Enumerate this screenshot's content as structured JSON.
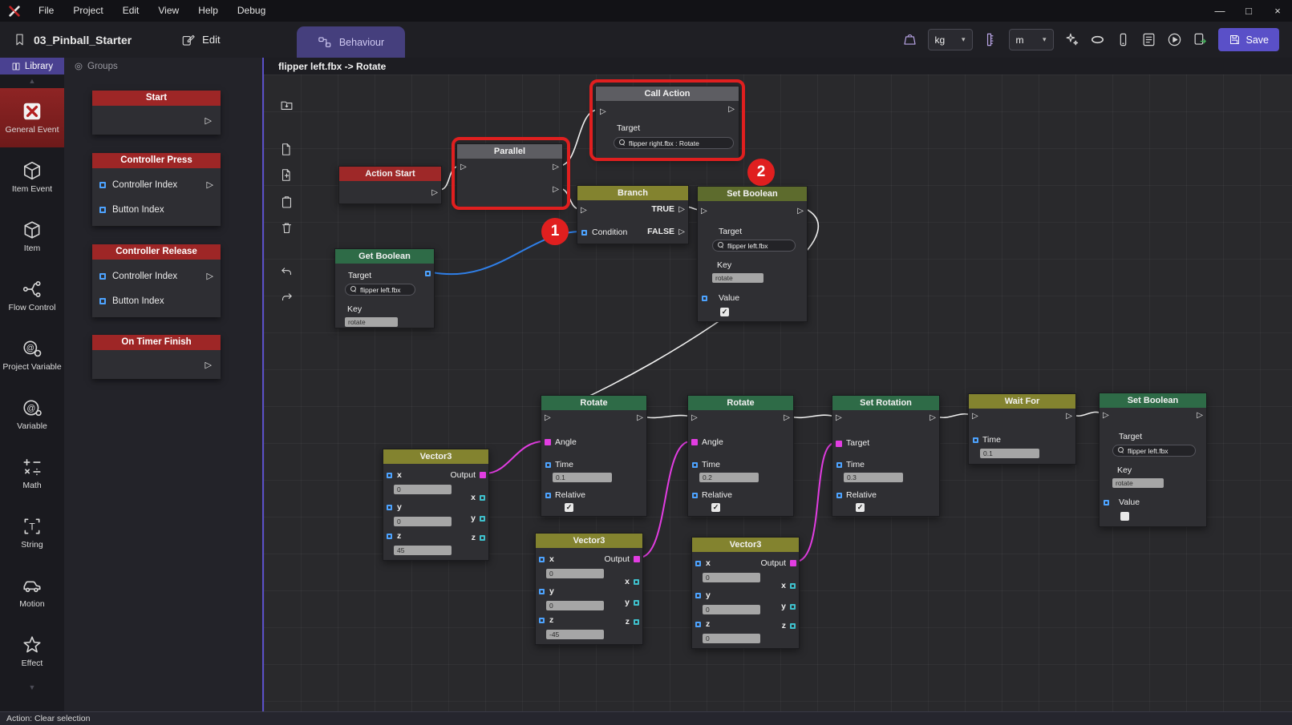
{
  "titlebar": {
    "menus": [
      {
        "label": "File"
      },
      {
        "label": "Project"
      },
      {
        "label": "Edit"
      },
      {
        "label": "View"
      },
      {
        "label": "Help"
      },
      {
        "label": "Debug"
      }
    ]
  },
  "icons": {
    "minimize": "—",
    "maximize": "□",
    "close": "×",
    "chevron_down": "▾",
    "scroll_up": "▲",
    "scroll_down": "▼"
  },
  "toolbar": {
    "project_title": "03_Pinball_Starter",
    "edit_label": "Edit",
    "behaviour_tab": "Behaviour",
    "mass_unit": "kg",
    "length_unit": "m",
    "save_label": "Save"
  },
  "sidebar": {
    "tabs": [
      {
        "label": "Library"
      },
      {
        "label": "Groups"
      }
    ],
    "categories": [
      {
        "label": "General Event"
      },
      {
        "label": "Item Event"
      },
      {
        "label": "Item"
      },
      {
        "label": "Flow Control"
      },
      {
        "label": "Project Variable"
      },
      {
        "label": "Variable"
      },
      {
        "label": "Math"
      },
      {
        "label": "String"
      },
      {
        "label": "Motion"
      },
      {
        "label": "Effect"
      }
    ]
  },
  "palette": {
    "start": {
      "title": "Start"
    },
    "controller_press": {
      "title": "Controller Press",
      "row1": "Controller Index",
      "row2": "Button Index"
    },
    "controller_release": {
      "title": "Controller Release",
      "row1": "Controller Index",
      "row2": "Button Index"
    },
    "on_timer_finish": {
      "title": "On Timer Finish"
    }
  },
  "canvas": {
    "breadcrumb": "flipper left.fbx -> Rotate",
    "annotations": {
      "badge_1": "1",
      "badge_2": "2"
    },
    "nodes": {
      "action_start": {
        "title": "Action Start"
      },
      "parallel": {
        "title": "Parallel"
      },
      "call_action": {
        "title": "Call Action",
        "target_label": "Target",
        "target_value": "flipper right.fbx : Rotate"
      },
      "branch": {
        "title": "Branch",
        "condition_label": "Condition",
        "true_label": "TRUE",
        "false_label": "FALSE"
      },
      "set_boolean_top": {
        "title": "Set Boolean",
        "target_label": "Target",
        "target_value": "flipper left.fbx",
        "key_label": "Key",
        "key_value": "rotate",
        "value_label": "Value",
        "value_checked": "✓"
      },
      "get_boolean": {
        "title": "Get Boolean",
        "target_label": "Target",
        "target_value": "flipper left.fbx",
        "key_label": "Key",
        "key_value": "rotate"
      },
      "rotate_1": {
        "title": "Rotate",
        "angle_label": "Angle",
        "time_label": "Time",
        "time_value": "0.1",
        "relative_label": "Relative",
        "relative_checked": "✓"
      },
      "rotate_2": {
        "title": "Rotate",
        "angle_label": "Angle",
        "time_label": "Time",
        "time_value": "0.2",
        "relative_label": "Relative",
        "relative_checked": "✓"
      },
      "set_rotation": {
        "title": "Set Rotation",
        "target_label": "Target",
        "time_label": "Time",
        "time_value": "0.3",
        "relative_label": "Relative",
        "relative_checked": "✓"
      },
      "wait_for": {
        "title": "Wait For",
        "time_label": "Time",
        "time_value": "0.1"
      },
      "set_boolean_bottom": {
        "title": "Set Boolean",
        "target_label": "Target",
        "target_value": "flipper left.fbx",
        "key_label": "Key",
        "key_value": "rotate",
        "value_label": "Value",
        "value_checked": ""
      },
      "vector3_1": {
        "title": "Vector3",
        "output_label": "Output",
        "x_label": "x",
        "y_label": "y",
        "z_label": "z",
        "x_value": "0",
        "y_value": "0",
        "z_value": "45"
      },
      "vector3_2": {
        "title": "Vector3",
        "output_label": "Output",
        "x_label": "x",
        "y_label": "y",
        "z_label": "z",
        "x_value": "0",
        "y_value": "0",
        "z_value": "-45"
      },
      "vector3_3": {
        "title": "Vector3",
        "output_label": "Output",
        "x_label": "x",
        "y_label": "y",
        "z_label": "z",
        "x_value": "0",
        "y_value": "0",
        "z_value": "0"
      }
    },
    "connections": [
      {
        "from": "action_start.out",
        "to": "parallel.in",
        "color": "#f0f0f0"
      },
      {
        "from": "parallel.out1",
        "to": "call_action.in",
        "color": "#f0f0f0"
      },
      {
        "from": "parallel.out2",
        "to": "branch.in",
        "color": "#f0f0f0"
      },
      {
        "from": "branch.true",
        "to": "set_boolean_top.in",
        "color": "#f0f0f0"
      },
      {
        "from": "get_boolean.out",
        "to": "branch.condition",
        "color": "#2f7fe8"
      },
      {
        "from": "set_boolean_top.out",
        "to": "rotate_1.in",
        "color": "#f0f0f0"
      },
      {
        "from": "rotate_1.out",
        "to": "rotate_2.in",
        "color": "#f0f0f0"
      },
      {
        "from": "rotate_2.out",
        "to": "set_rotation.in",
        "color": "#f0f0f0"
      },
      {
        "from": "set_rotation.out",
        "to": "wait_for.in",
        "color": "#f0f0f0"
      },
      {
        "from": "wait_for.out",
        "to": "set_boolean_bottom.in",
        "color": "#f0f0f0"
      },
      {
        "from": "vector3_1.output",
        "to": "rotate_1.angle",
        "color": "#e23de2"
      },
      {
        "from": "vector3_2.output",
        "to": "rotate_2.angle",
        "color": "#e23de2"
      },
      {
        "from": "vector3_3.output",
        "to": "set_rotation.target",
        "color": "#e23de2"
      }
    ]
  },
  "statusbar": {
    "text": "Action: Clear selection"
  },
  "colors": {
    "accent_purple": "#5a50c8",
    "annotation_red": "#e01f1f",
    "header_red": "#9e2828",
    "header_green": "#2e6b47",
    "header_olive": "#83832f",
    "header_gray": "#5d5d62",
    "wire_blue": "#2f7fe8",
    "wire_magenta": "#e23de2"
  }
}
